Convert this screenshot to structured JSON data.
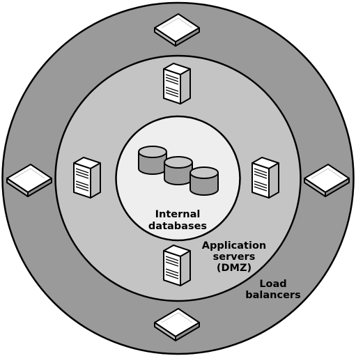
{
  "rings": {
    "outer": {
      "label_line1": "Load",
      "label_line2": "balancers",
      "fill": "#9a9a9a"
    },
    "middle": {
      "label_line1": "Application",
      "label_line2": "servers",
      "label_line3": "(DMZ)",
      "fill": "#c4c4c4"
    },
    "inner": {
      "label_line1": "Internal",
      "label_line2": "databases",
      "fill": "#eeeeee"
    }
  },
  "colors": {
    "outline": "#000000",
    "device_face": "#ffffff",
    "device_side": "#bdbdbd",
    "database_fill": "#9c9c9c",
    "database_top": "#c8c8c8"
  },
  "icons": {
    "load_balancer": "network-appliance-icon",
    "server": "tower-server-icon",
    "database": "database-cylinder-icon"
  }
}
